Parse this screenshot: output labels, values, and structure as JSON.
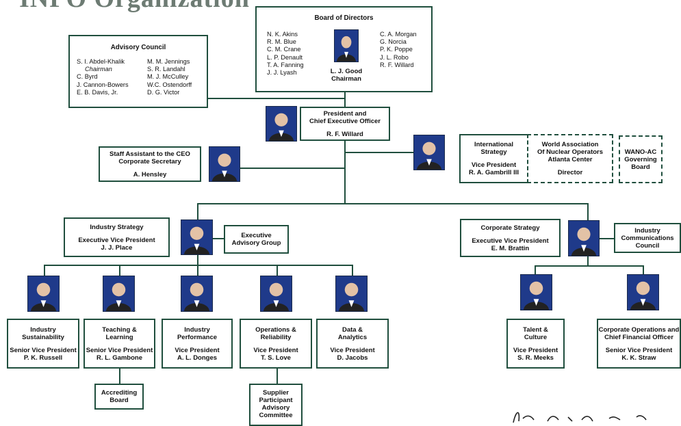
{
  "page_title": "INPO Organization",
  "board": {
    "title": "Board of Directors",
    "left": [
      "N. K. Akins",
      "R. M. Blue",
      "C. M. Crane",
      "L. P. Denault",
      "T. A. Fanning",
      "J. J. Lyash"
    ],
    "right": [
      "C. A. Morgan",
      "G. Norcia",
      "P. K. Poppe",
      "J. L. Robo",
      "R. F. Willard"
    ],
    "chair_name": "L. J. Good",
    "chair_title": "Chairman"
  },
  "advisory": {
    "title": "Advisory Council",
    "left": [
      "S. I. Abdel-Khalik",
      "Chairman",
      "C. Byrd",
      "J. Cannon-Bowers",
      "E. B. Davis, Jr."
    ],
    "right": [
      "M. M. Jennings",
      "S. R. Landahl",
      "M. J. McCulley",
      "W.C. Ostendorff",
      "D. G. Victor"
    ]
  },
  "ceo": {
    "line1": "President and",
    "line2": "Chief Executive Officer",
    "name": "R. F. Willard"
  },
  "staff": {
    "line1": "Staff Assistant to the CEO",
    "line2": "Corporate Secretary",
    "name": "A. Hensley"
  },
  "intl": {
    "line1": "International",
    "line2": "Strategy",
    "title": "Vice President",
    "name": "R. A. Gambrill III"
  },
  "wano": {
    "line1": "World Association",
    "line2": "Of Nuclear Operators",
    "line3": "Atlanta Center",
    "title": "Director"
  },
  "wano_board": {
    "line1": "WANO-AC",
    "line2": "Governing",
    "line3": "Board"
  },
  "industry_strategy": {
    "line1": "Industry Strategy",
    "title": "Executive Vice President",
    "name": "J. J. Place"
  },
  "exec_advisory": {
    "line1": "Executive",
    "line2": "Advisory Group"
  },
  "corporate_strategy": {
    "line1": "Corporate Strategy",
    "title": "Executive Vice President",
    "name": "E. M. Brattin"
  },
  "ind_comm": {
    "line1": "Industry",
    "line2": "Communications",
    "line3": "Council"
  },
  "units": [
    {
      "line1": "Industry",
      "line2": "Sustainability",
      "title": "Senior Vice President",
      "name": "P. K. Russell"
    },
    {
      "line1": "Teaching &",
      "line2": "Learning",
      "title": "Senior Vice President",
      "name": "R. L. Gambone"
    },
    {
      "line1": "Industry",
      "line2": "Performance",
      "title": "Vice President",
      "name": "A. L. Donges"
    },
    {
      "line1": "Operations &",
      "line2": "Reliability",
      "title": "Vice President",
      "name": "T. S. Love"
    },
    {
      "line1": "Data &",
      "line2": "Analytics",
      "title": "Vice President",
      "name": "D. Jacobs"
    },
    {
      "line1": "Talent &",
      "line2": "Culture",
      "title": "Vice President",
      "name": "S. R. Meeks"
    },
    {
      "line1": "Corporate Operations and",
      "line2": "Chief Financial Officer",
      "title": "Senior Vice President",
      "name": "K. K. Straw"
    }
  ],
  "accrediting": {
    "line1": "Accrediting",
    "line2": "Board"
  },
  "supplier": {
    "line1": "Supplier",
    "line2": "Participant",
    "line3": "Advisory",
    "line4": "Committee"
  },
  "colors": {
    "border": "#1f4e3d",
    "title": "#6d7b73",
    "photo_bg": "#1f3a8a"
  }
}
